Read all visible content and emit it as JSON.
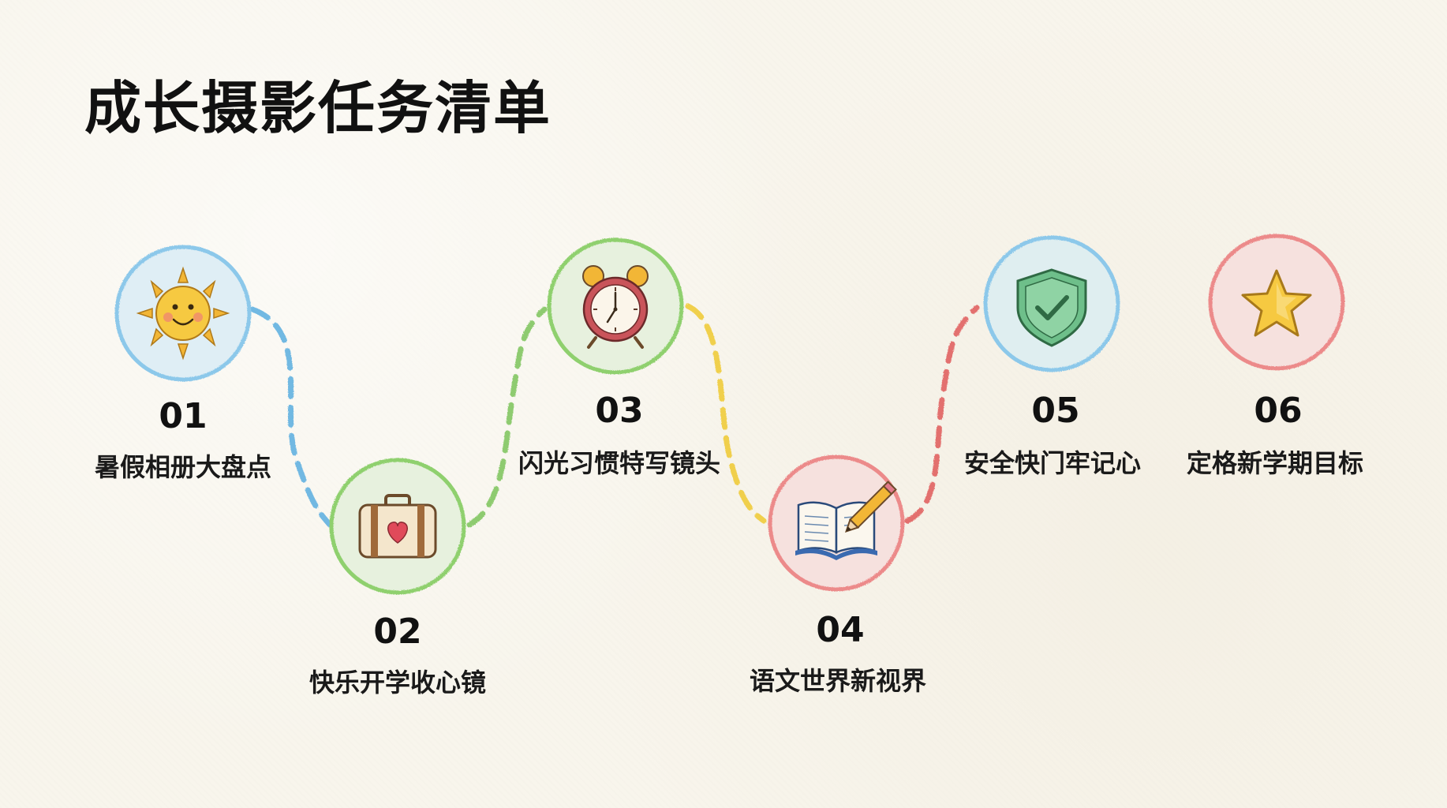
{
  "title": "成长摄影任务清单",
  "steps": [
    {
      "number": "01",
      "label": "暑假相册大盘点",
      "icon": "sun-icon",
      "color": "#5aaee0"
    },
    {
      "number": "02",
      "label": "快乐开学收心镜",
      "icon": "suitcase-icon",
      "color": "#7cc45a"
    },
    {
      "number": "03",
      "label": "闪光习惯特写镜头",
      "icon": "alarm-clock-icon",
      "color": "#7cc45a"
    },
    {
      "number": "04",
      "label": "语文世界新视界",
      "icon": "book-pencil-icon",
      "color": "#e05a5a"
    },
    {
      "number": "05",
      "label": "安全快门牢记心",
      "icon": "shield-check-icon",
      "color": "#5aaee0"
    },
    {
      "number": "06",
      "label": "定格新学期目标",
      "icon": "star-icon",
      "color": "#e05a5a"
    }
  ],
  "colors": {
    "blue": "#5aaee0",
    "green": "#7cc45a",
    "yellow": "#f0cc3a",
    "red": "#e05a5a",
    "teal": "#6fc4c0"
  }
}
